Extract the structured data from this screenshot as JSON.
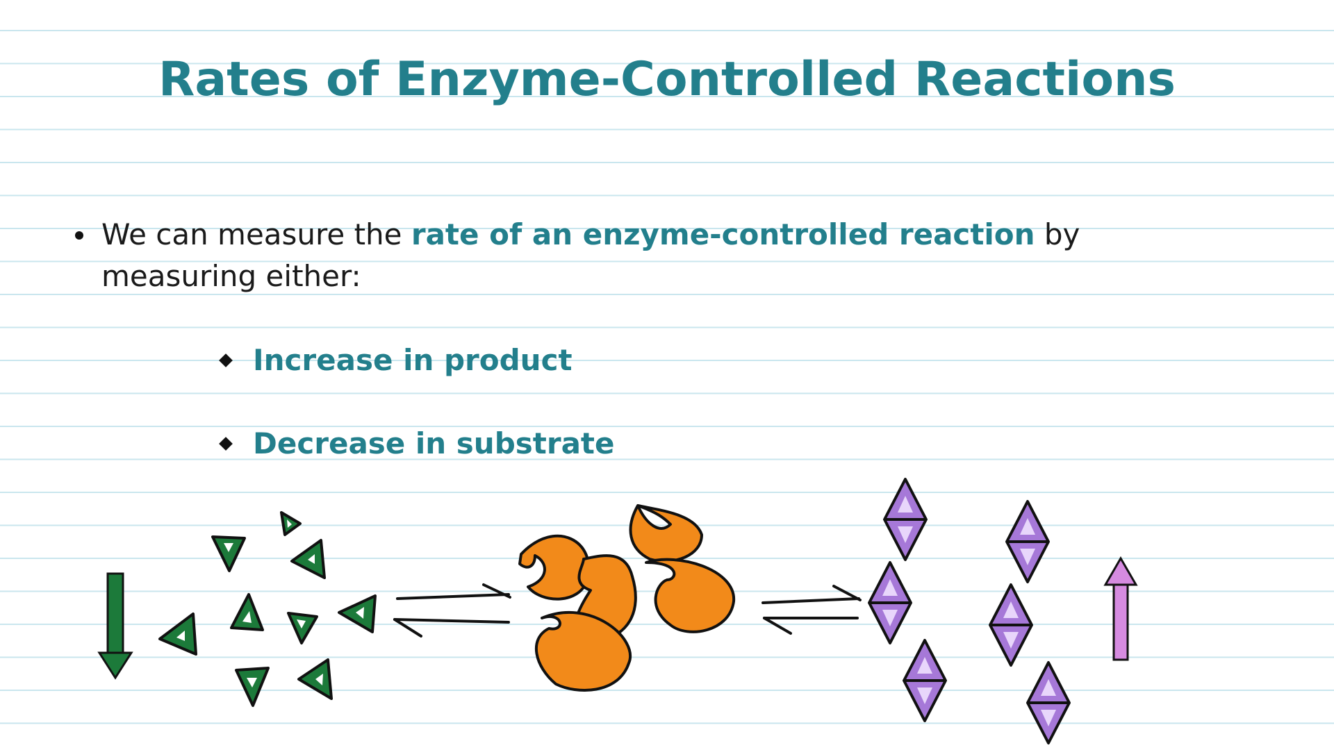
{
  "slide": {
    "title": "Rates of Enzyme-Controlled Reactions",
    "bullet": {
      "prefix": "We can measure the ",
      "highlight": "rate of an enzyme-controlled reaction",
      "suffix": " by measuring either:"
    },
    "sub_items": [
      "Increase in product",
      "Decrease in substrate"
    ]
  },
  "colors": {
    "accent": "#237f8c",
    "substrate": "#1c7a3a",
    "enzyme": "#f28a1a",
    "product": "#a678d8",
    "product_arrow": "#d68be0"
  },
  "icons": {
    "substrate_arrow": "arrow-down-icon",
    "product_arrow": "arrow-up-icon",
    "equilibrium": "equilibrium-arrows-icon"
  }
}
